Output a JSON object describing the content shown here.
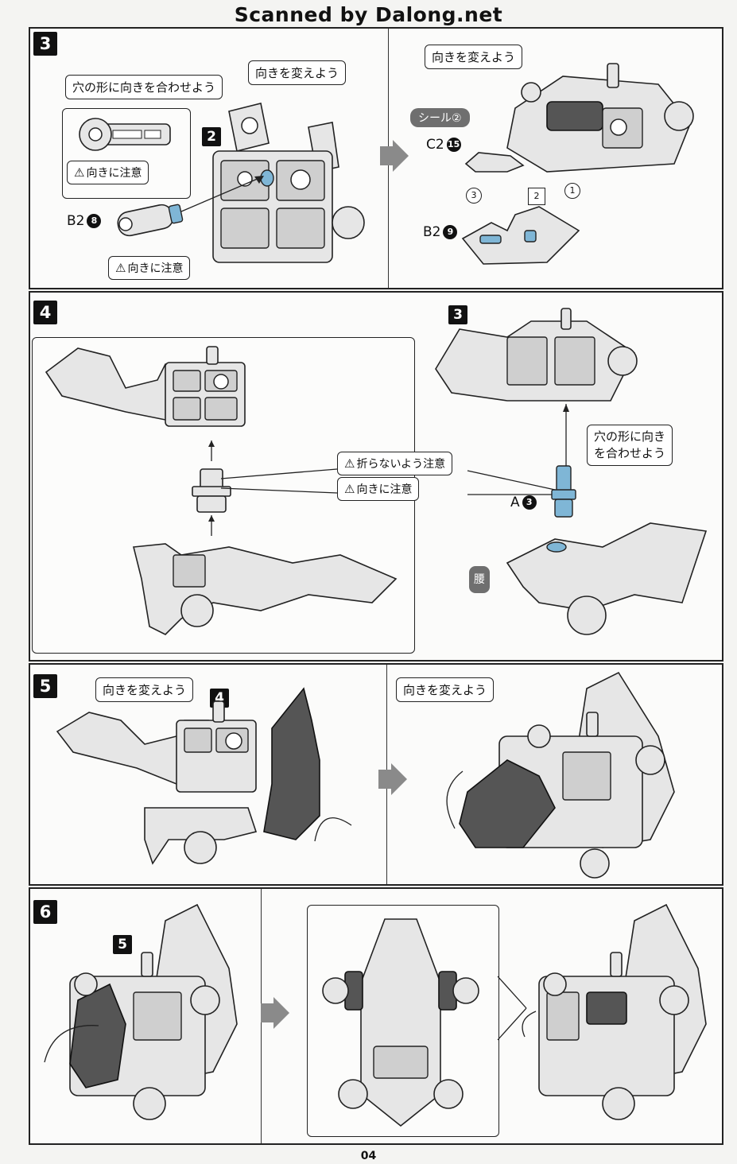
{
  "header": {
    "watermark": "Scanned by Dalong.net"
  },
  "page_number": "04",
  "steps": {
    "s3": {
      "number": "3",
      "callout_hole": "穴の形に向きを合わせよう",
      "callout_direction_left": "向きを変えよう",
      "ref_step": "2",
      "warn_top": "向きに注意",
      "warn_bottom": "向きに注意",
      "part_b2_8": "B2",
      "part_b2_8_num": "8",
      "callout_direction_right": "向きを変えよう",
      "sticker": "シール②",
      "part_c2": "C2",
      "part_c2_num": "15",
      "part_b2_9": "B2",
      "part_b2_9_num": "9",
      "order1": "1",
      "order2": "2",
      "order3": "3"
    },
    "s4": {
      "number": "4",
      "ref_step": "3",
      "warn_fold": "折らないよう注意",
      "warn_direction": "向きに注意",
      "callout_hole_1": "穴の形に向き",
      "callout_hole_2": "を合わせよう",
      "part_a": "A",
      "part_a_num": "3",
      "waist": "腰"
    },
    "s5": {
      "number": "5",
      "callout_left": "向きを変えよう",
      "ref_step": "4",
      "callout_right": "向きを変えよう"
    },
    "s6": {
      "number": "6",
      "ref_step": "5"
    }
  }
}
